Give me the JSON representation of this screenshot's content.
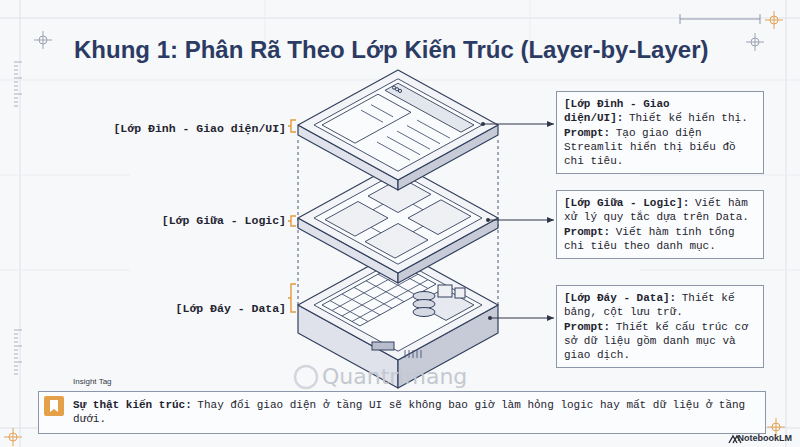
{
  "diagram": {
    "title": "Khung 1: Phân Rã Theo Lớp Kiến Trúc (Layer-by-Layer)",
    "nodes": [
      {
        "text": [
          "[Lớp Đỉnh - Giao diện/UI]:",
          "Thiết kế hiển thị.",
          "Prompt:",
          "Tạo giao diện Streamlit hiển thị biểu đồ chi tiêu."
        ]
      },
      {
        "text": [
          "[Lớp Giữa - Logic]:",
          "Viết hàm xử lý quy tắc dựa trên Data.",
          "Prompt:",
          "Viết hàm tính tổng chi tiêu theo danh mục."
        ]
      },
      {
        "text": [
          "[Lớp Đáy - Data]:",
          "Thiết kế bảng, cột lưu trữ.",
          "Prompt:",
          "Thiết kế cấu trúc cơ sở dữ liệu gồm danh mục và giao dịch."
        ]
      },
      {
        "text": [
          "Insight Tag",
          "Sự thật kiến trúc:",
          "Thay đổi giao diện ở tầng UI sẽ không bao giờ làm hỏng logic hay mất dữ liệu ở tầng dưới."
        ]
      }
    ],
    "labels": [
      "[Lớp Đỉnh - Giao diện/UI]",
      "[Lớp Giữa - Logic]",
      "[Lớp Đáy - Data]",
      "Quantrimang",
      "NotebookLM"
    ]
  }
}
